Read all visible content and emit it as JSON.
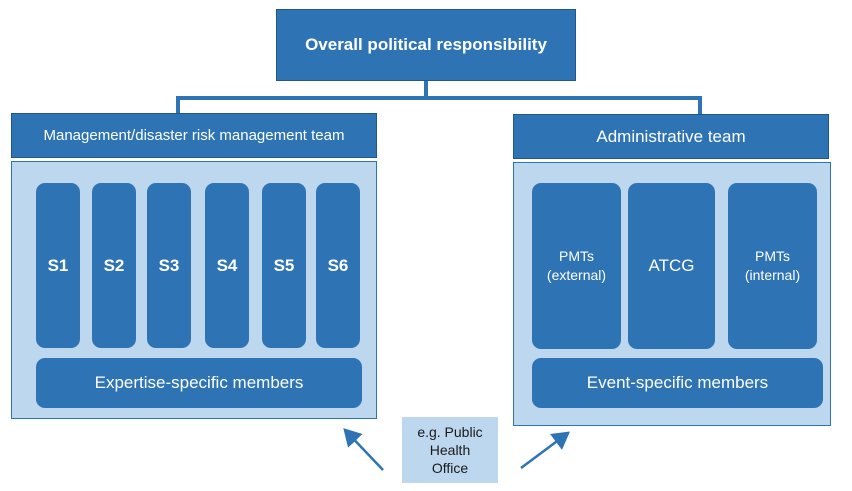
{
  "top": {
    "label": "Overall political responsibility"
  },
  "left_team": {
    "title": "Management/disaster risk management team",
    "units": [
      "S1",
      "S2",
      "S3",
      "S4",
      "S5",
      "S6"
    ],
    "members": "Expertise-specific members"
  },
  "right_team": {
    "title": "Administrative team",
    "pmt_external": "PMTs\n(external)",
    "atcg": "ATCG",
    "pmt_internal": "PMTs\n(internal)",
    "members": "Event-specific members"
  },
  "note": {
    "text": "e.g. Public\nHealth\nOffice"
  },
  "colors": {
    "primary": "#2e74b5",
    "panel": "#bdd7ee",
    "note": "#bdd7ee"
  }
}
